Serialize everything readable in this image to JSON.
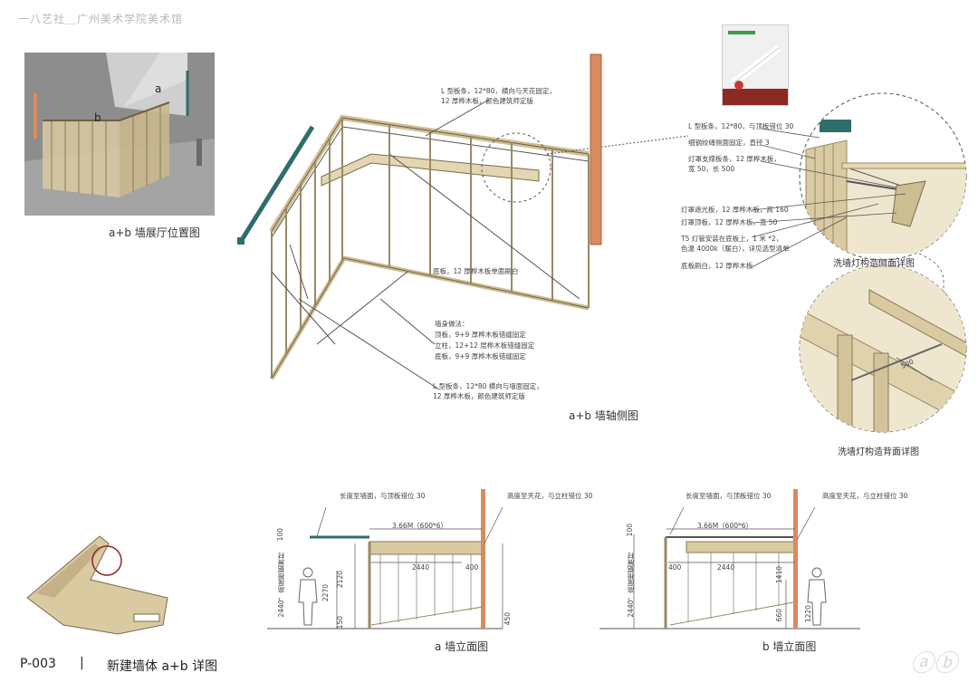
{
  "header": {
    "title": "一八艺社＿广州美术学院美术馆"
  },
  "location_view": {
    "label_a": "a",
    "label_b": "b",
    "caption": "a+b 墙展厅位置图"
  },
  "axis_view": {
    "caption": "a+b 墙轴侧图",
    "note_top": [
      "L 型板条，12*80，横向与天花固定，",
      "12 厚桦木板，颜色建筑师定版"
    ],
    "note_base": "底板，12 厚桦木板单面刷白",
    "note_body": [
      "墙身做法：",
      "顶板，9+9 厚桦木板错缝固定",
      "立柱，12+12 层桦木板错缝固定",
      "底板，9+9 厚桦木板错缝固定"
    ],
    "note_bottom": [
      "L 型板条，12*80 横向与墙面固定，",
      "12 厚桦木板，颜色建筑师定版"
    ]
  },
  "side_detail": {
    "caption": "洗墙灯构造侧面详图",
    "notes": [
      "L 型板条，12*80，与顶板错位 30",
      "细钢绞绳侧面固定，直径 3",
      "灯罩支撑板条，12 厚桦木板，",
      "宽 50，长 500",
      "灯罩遮光板，12 厚桦木板，高 160",
      "灯罩顶板，12 厚桦木板，宽 50",
      "T5 灯管安装在底板上，1 米 *2，",
      "色温 4000k（暖白），详见选型清单",
      "底板刷白，12 厚桦木板"
    ]
  },
  "back_detail": {
    "caption": "洗墙灯构造背面详图",
    "dim": "500"
  },
  "elev_a": {
    "caption": "a 墙立面图",
    "note_left": "长度至墙面，与顶板错位 30",
    "note_right": "高度至天花，与立柱错位 30",
    "dims": {
      "span": "3.66M（600*6）",
      "d2440": "2440",
      "d400": "400",
      "d100": "100",
      "d2270": "2270",
      "d2120": "2120",
      "d150": "150",
      "d450": "450"
    },
    "vlabel": "2440，高度根据展材"
  },
  "elev_b": {
    "caption": "b 墙立面图",
    "note_left": "长度至墙面，与顶板错位 30",
    "note_right": "高度至天花，与立柱错位 30",
    "dims": {
      "span": "3.66M（600*6）",
      "d400": "400",
      "d2440": "2440",
      "d100": "100",
      "d1410": "1410",
      "d660": "660",
      "d1220": "1220"
    },
    "vlabel": "2440，高度根据展材"
  },
  "footer": {
    "code": "P-003",
    "separator": "|",
    "title": "新建墙体 a+b 详图"
  },
  "colors": {
    "wood": "#d9caa2",
    "wood_dark": "#b9a677",
    "steel": "#2e6e6a",
    "pillar": "#d98b5f",
    "line": "#555555"
  }
}
